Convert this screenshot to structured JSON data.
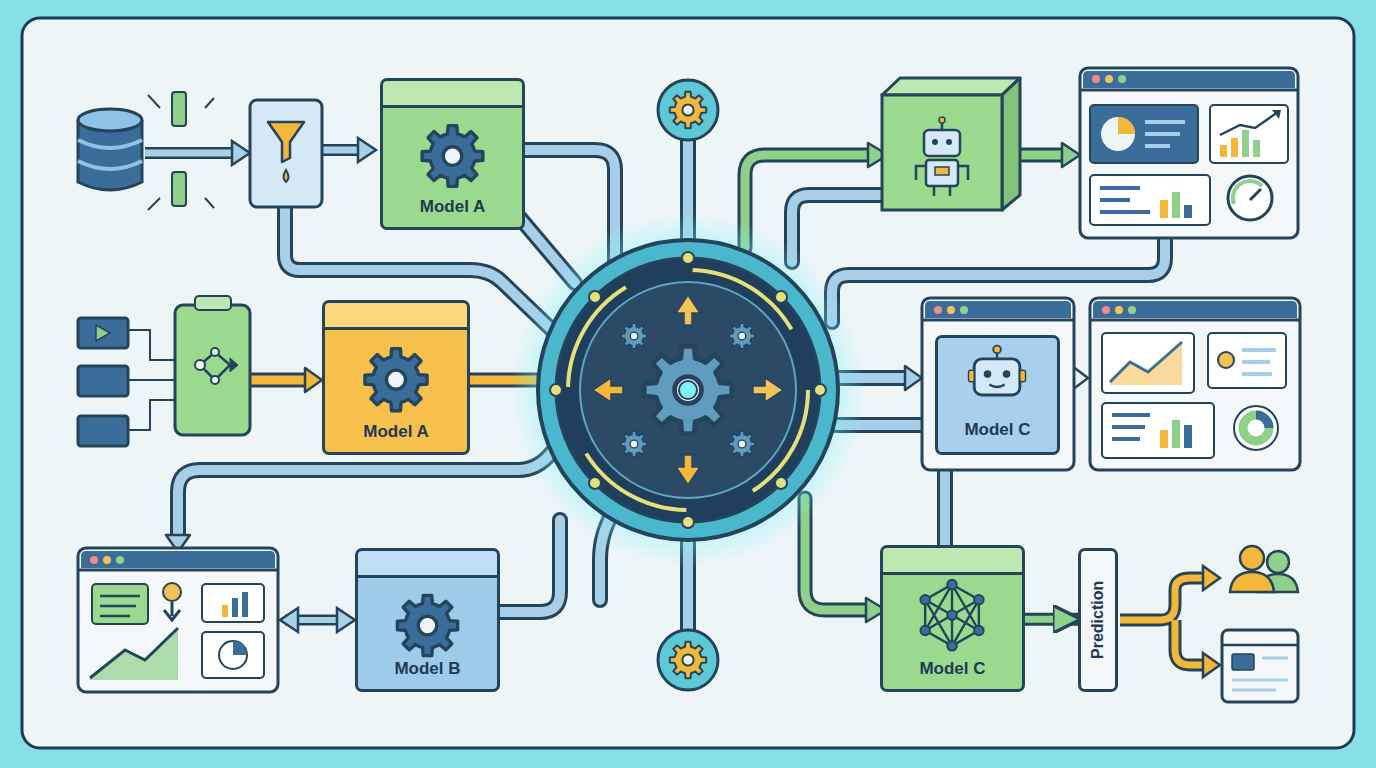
{
  "diagram": {
    "nodes": [
      {
        "text": [
          "Model A"
        ]
      },
      {
        "text": [
          "Model A"
        ]
      },
      {
        "text": [
          "Model C"
        ]
      },
      {
        "text": [
          "Model B"
        ]
      },
      {
        "text": [
          "Model C"
        ]
      },
      {
        "text": [
          "Prediction"
        ]
      }
    ],
    "edges": [
      {
        "from": 4,
        "to": 5,
        "arrow": "to"
      }
    ]
  }
}
